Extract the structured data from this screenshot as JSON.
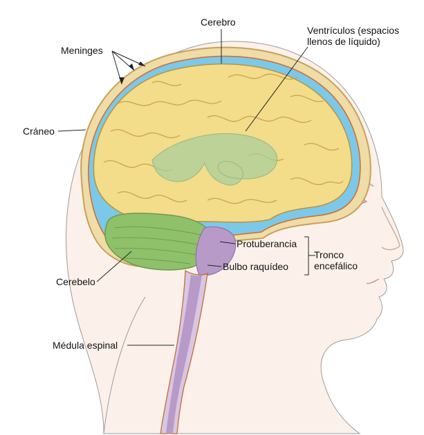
{
  "labels": {
    "cerebro": "Cerebro",
    "ventriculos_line1": "Ventrículos (espacios",
    "ventriculos_line2": "llenos de líquido)",
    "meninges": "Meninges",
    "craneo": "Cráneo",
    "cerebelo": "Cerebelo",
    "medula": "Médula espinal",
    "protuberancia": "Protuberancia",
    "bulbo": "Bulbo raquídeo",
    "tronco_line1": "Tronco",
    "tronco_line2": "encefálico"
  },
  "colors": {
    "brain": "#f3dc8a",
    "brain_stroke": "#b8933e",
    "cerebellum": "#8fc06a",
    "brainstem": "#b89ac9",
    "ventricles": "#a9cf9a",
    "csf": "#6ec3e6",
    "skull": "#eed9a6",
    "skin": "#fbeee5",
    "outline": "#777777"
  }
}
